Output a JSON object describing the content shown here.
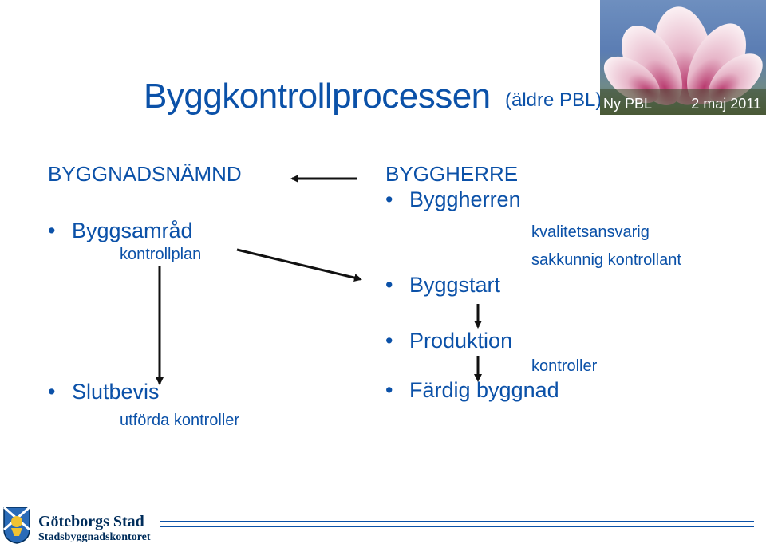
{
  "title": "Byggkontrollprocessen",
  "subtitle": "(äldre PBL)",
  "banner": {
    "left_text": "Ny PBL",
    "right_text": "2 maj 2011"
  },
  "left_column": {
    "header": "BYGGNADSNÄMND",
    "items": [
      {
        "label": "Byggsamråd",
        "note": "kontrollplan"
      },
      {
        "label": "Slutbevis",
        "note": "utförda kontroller"
      }
    ]
  },
  "right_column": {
    "header": "BYGGHERRE",
    "items": [
      {
        "label": "Byggherren",
        "notes": [
          "kvalitetsansvarig",
          "sakkunnig kontrollant"
        ]
      },
      {
        "label": "Byggstart"
      },
      {
        "label": "Produktion",
        "note": "kontroller"
      },
      {
        "label": "Färdig byggnad"
      }
    ]
  },
  "bullet_char": "•",
  "footer": {
    "org": "Göteborgs Stad",
    "dept": "Stadsbyggnadskontoret"
  },
  "colors": {
    "primary": "#0b51a8",
    "dark": "#002d5b",
    "arrow": "#111111"
  }
}
